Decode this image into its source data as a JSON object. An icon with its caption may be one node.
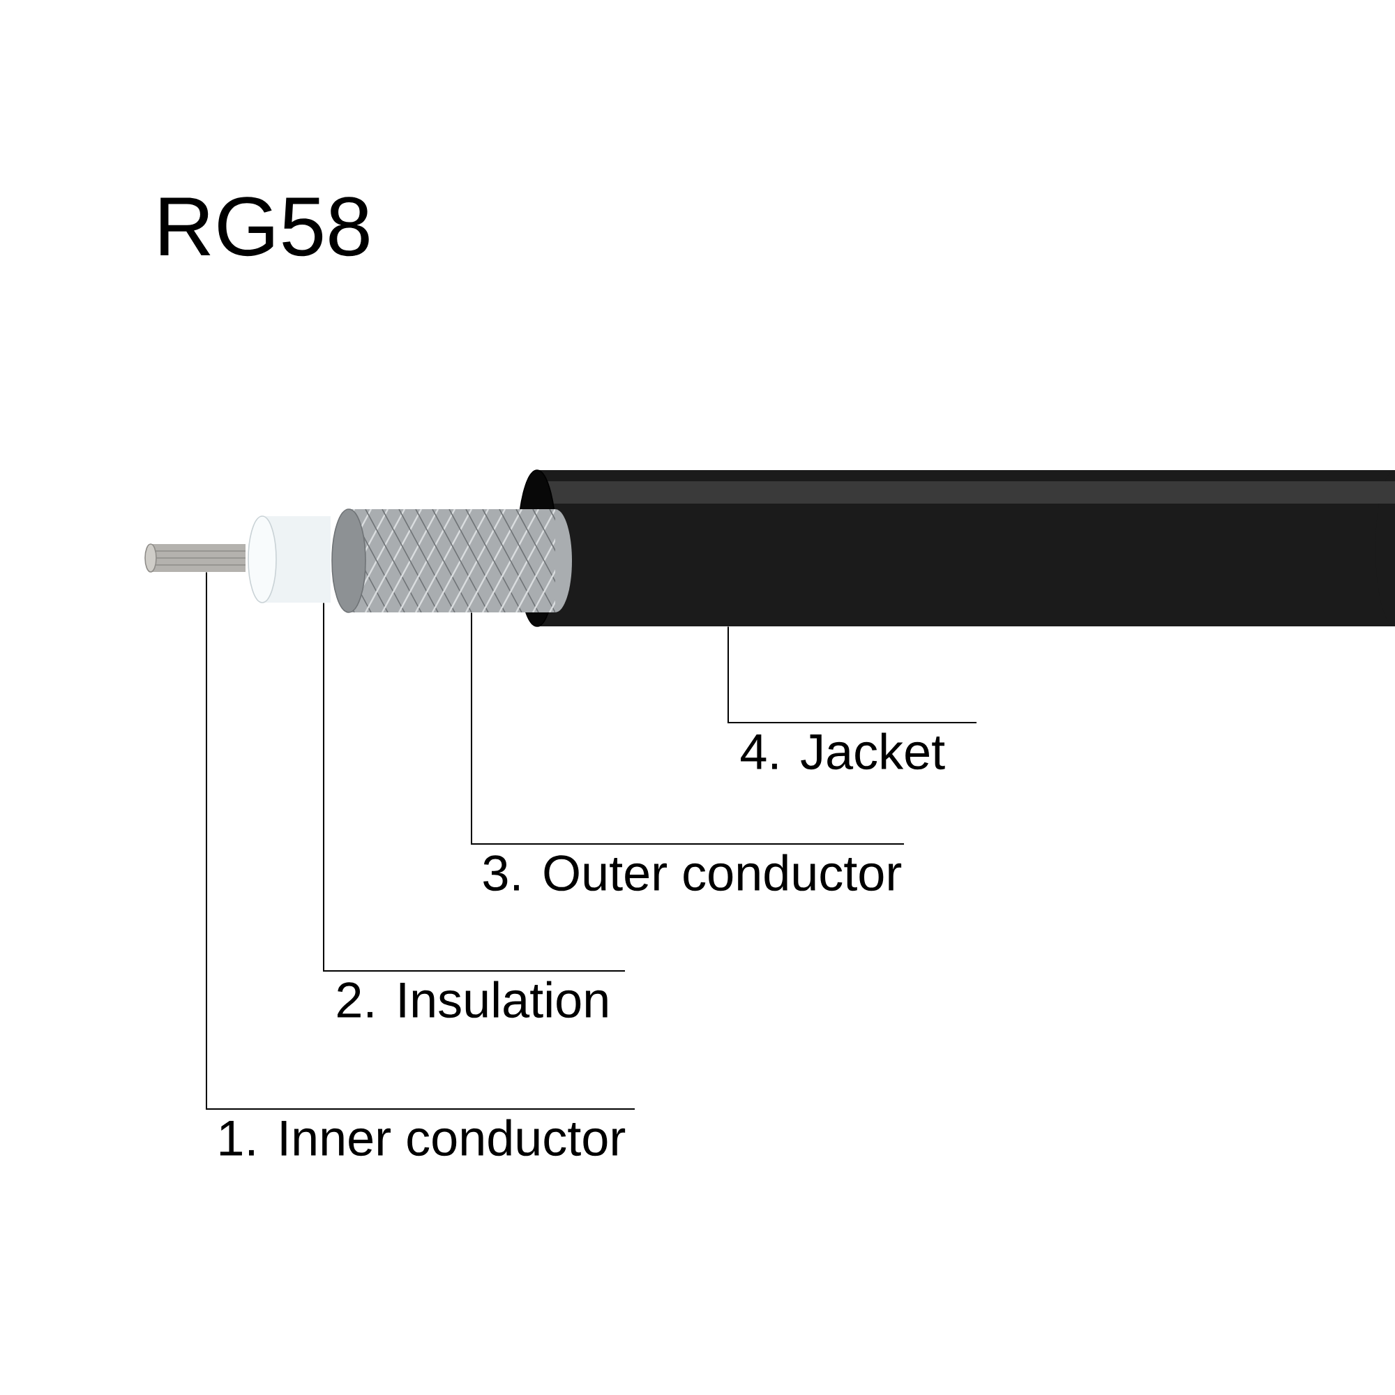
{
  "diagram": {
    "title": "RG58",
    "nodes": [
      {
        "text": [],
        "shape": "cylinder"
      },
      {
        "text": [],
        "shape": "cylinder"
      },
      {
        "text": [],
        "shape": "cylinder"
      },
      {
        "text": [],
        "shape": "cylinder"
      },
      {
        "text": [
          "4. Jacket"
        ]
      },
      {
        "text": [
          "3. Outer conductor"
        ]
      },
      {
        "text": [
          "2. Insulation"
        ]
      },
      {
        "text": [
          "1. Inner conductor"
        ]
      }
    ],
    "edges": [
      {
        "from": 4,
        "to": 3,
        "arrow": "none"
      },
      {
        "from": 5,
        "to": 2,
        "arrow": "none"
      },
      {
        "from": 6,
        "to": 1,
        "arrow": "none"
      },
      {
        "from": 7,
        "to": 0,
        "arrow": "none"
      }
    ]
  }
}
